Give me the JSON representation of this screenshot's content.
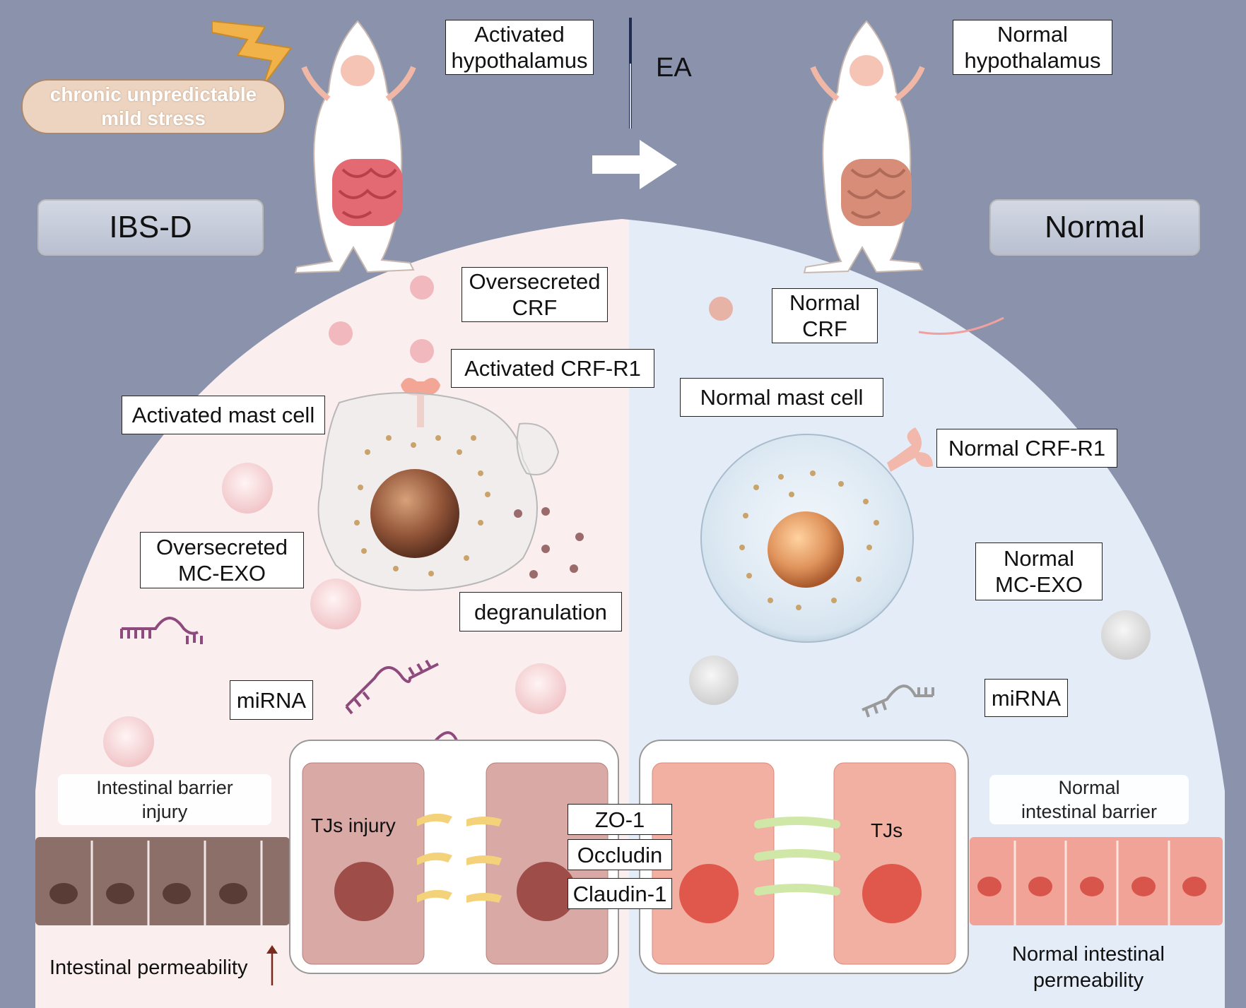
{
  "stress_label": [
    "chronic unpredictable",
    "mild stress"
  ],
  "group_left": "IBS-D",
  "group_right": "Normal",
  "treatment": "EA",
  "hypothalamus_left": [
    "Activated",
    "hypothalamus"
  ],
  "hypothalamus_right": [
    "Normal",
    "hypothalamus"
  ],
  "left": {
    "crf": [
      "Oversecreted",
      "CRF"
    ],
    "crf_r1": "Activated CRF-R1",
    "mast_cell": "Activated mast cell",
    "exo": [
      "Oversecreted",
      "MC-EXO"
    ],
    "degranulation": "degranulation",
    "mirna": "miRNA",
    "barrier": [
      "Intestinal barrier",
      "injury"
    ],
    "tj": "TJs injury",
    "permeability": "Intestinal permeability"
  },
  "right": {
    "crf": [
      "Normal",
      "CRF"
    ],
    "crf_r1": "Normal CRF-R1",
    "mast_cell": "Normal mast cell",
    "exo": [
      "Normal",
      "MC-EXO"
    ],
    "mirna": "miRNA",
    "barrier": [
      "Normal",
      "intestinal barrier"
    ],
    "tj": "TJs",
    "permeability": [
      "Normal intestinal",
      "permeability"
    ]
  },
  "proteins": [
    "ZO-1",
    "Occludin",
    "Claudin-1"
  ],
  "colors": {
    "background": "#8a93ab",
    "left_panel": "#fbeeee",
    "right_panel": "#e4edf7",
    "injured_cell": "#d9a9a6",
    "normal_cell": "#f2b0a3",
    "mirna_active": "#8e4a7c",
    "mirna_normal": "#9a9a9a"
  }
}
